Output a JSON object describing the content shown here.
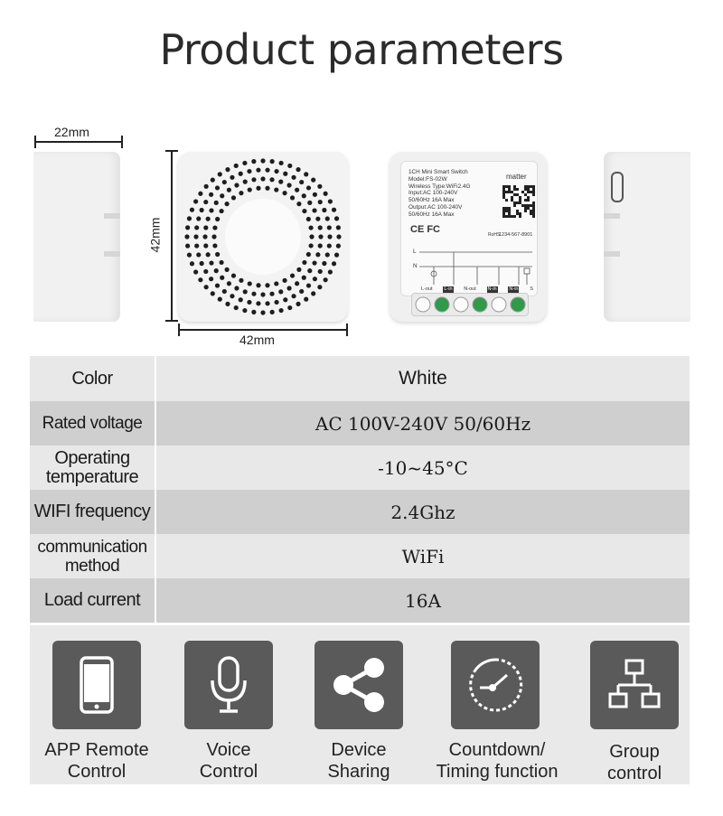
{
  "title": "Product parameters",
  "dimensions": {
    "width_label": "22mm",
    "height_label": "42mm",
    "front_width_label": "42mm"
  },
  "label_plate": {
    "line1": "1CH Mini Smart Switch",
    "line2": "Model:FS-02W",
    "line3": "Wireless Type:WiFi2.4G",
    "line4": "Input:AC 100-240V",
    "line5": "50/60Hz 16A Max",
    "line6": "Output:AC 100-240V",
    "line7": "50/60Hz 16A Max",
    "brand": "matter",
    "code": "1234-567-8901",
    "certs": "CE FC",
    "rohs": "RoHS",
    "terminal_labels": [
      "L-out",
      "L-in",
      "N-out",
      "N-in",
      "N-in",
      "S"
    ],
    "wire_L": "L",
    "wire_N": "N"
  },
  "spec_rows": [
    {
      "label": "Color",
      "value": "White"
    },
    {
      "label": "Rated voltage",
      "value": "AC  100V-240V 50/60Hz"
    },
    {
      "label": "Operating temperature",
      "value": "-10~45°C"
    },
    {
      "label": "WIFI frequency",
      "value": "2.4Ghz"
    },
    {
      "label": "communication method",
      "value": "WiFi"
    },
    {
      "label": "Load current",
      "value": "16A"
    }
  ],
  "features": [
    {
      "line1": "APP Remote",
      "line2": "Control",
      "icon": "phone-icon"
    },
    {
      "line1": "Voice",
      "line2": "Control",
      "icon": "microphone-icon"
    },
    {
      "line1": "Device",
      "line2": "Sharing",
      "icon": "share-icon"
    },
    {
      "line1": "Countdown/",
      "line2": "Timing function",
      "icon": "timer-icon"
    },
    {
      "line1": "Group",
      "line2": "control",
      "icon": "network-icon"
    }
  ],
  "colors": {
    "icon_bg": "#5a5a5a",
    "row_dark": "#cfcfcf",
    "row_light": "#e8e8e8"
  }
}
